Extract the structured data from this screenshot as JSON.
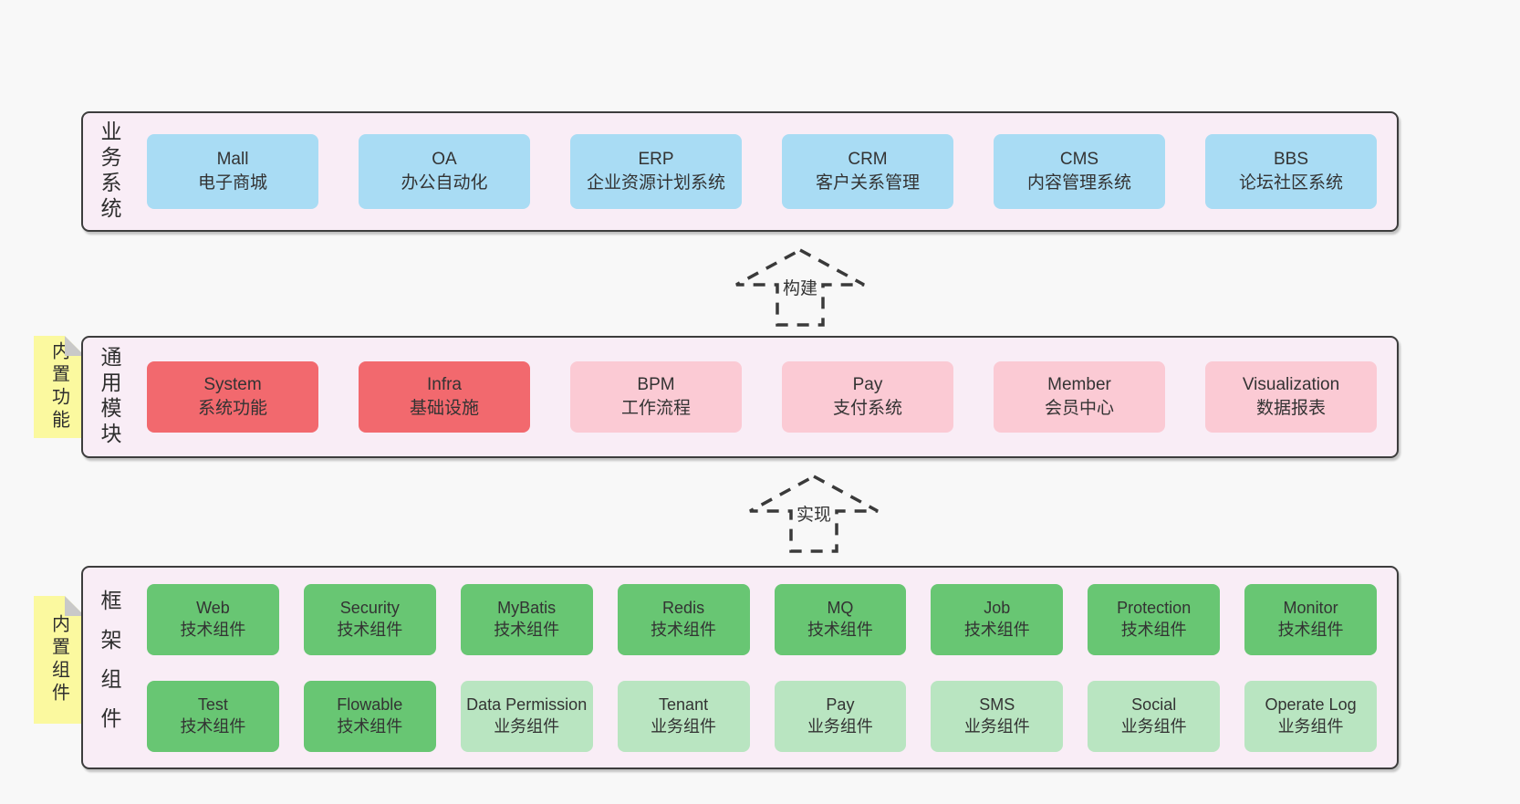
{
  "diagram": {
    "colors": {
      "page_bg": "#f8f8f8",
      "band_bg": "#f9edf6",
      "band_border": "#3d3d3d",
      "blue_box": "#a9dcf4",
      "red_box": "#f2696e",
      "pink_box": "#fbcad4",
      "green_box": "#68c673",
      "light_green_box": "#b9e5c1",
      "sticky_yellow": "#fbf99f",
      "sticky_fold_gray": "#c9c9c9",
      "text": "#333333",
      "arrow_stroke": "#3a3a3a"
    },
    "bands": [
      {
        "label": "业务系统",
        "boxes": [
          {
            "name": "Mall",
            "desc": "电子商城",
            "variant": "blue"
          },
          {
            "name": "OA",
            "desc": "办公自动化",
            "variant": "blue"
          },
          {
            "name": "ERP",
            "desc": "企业资源计划系统",
            "variant": "blue"
          },
          {
            "name": "CRM",
            "desc": "客户关系管理",
            "variant": "blue"
          },
          {
            "name": "CMS",
            "desc": "内容管理系统",
            "variant": "blue"
          },
          {
            "name": "BBS",
            "desc": "论坛社区系统",
            "variant": "blue"
          }
        ]
      },
      {
        "label": "通用模块",
        "sticky": "内置功能",
        "boxes": [
          {
            "name": "System",
            "desc": "系统功能",
            "variant": "red"
          },
          {
            "name": "Infra",
            "desc": "基础设施",
            "variant": "red"
          },
          {
            "name": "BPM",
            "desc": "工作流程",
            "variant": "pink"
          },
          {
            "name": "Pay",
            "desc": "支付系统",
            "variant": "pink"
          },
          {
            "name": "Member",
            "desc": "会员中心",
            "variant": "pink"
          },
          {
            "name": "Visualization",
            "desc": "数据报表",
            "variant": "pink"
          }
        ]
      },
      {
        "label": "框架组件",
        "sticky": "内置组件",
        "rows": [
          [
            {
              "name": "Web",
              "desc": "技术组件",
              "variant": "green"
            },
            {
              "name": "Security",
              "desc": "技术组件",
              "variant": "green"
            },
            {
              "name": "MyBatis",
              "desc": "技术组件",
              "variant": "green"
            },
            {
              "name": "Redis",
              "desc": "技术组件",
              "variant": "green"
            },
            {
              "name": "MQ",
              "desc": "技术组件",
              "variant": "green"
            },
            {
              "name": "Job",
              "desc": "技术组件",
              "variant": "green"
            },
            {
              "name": "Protection",
              "desc": "技术组件",
              "variant": "green"
            },
            {
              "name": "Monitor",
              "desc": "技术组件",
              "variant": "green"
            }
          ],
          [
            {
              "name": "Test",
              "desc": "技术组件",
              "variant": "green"
            },
            {
              "name": "Flowable",
              "desc": "技术组件",
              "variant": "green"
            },
            {
              "name": "Data Permission",
              "desc": "业务组件",
              "variant": "lightgreen"
            },
            {
              "name": "Tenant",
              "desc": "业务组件",
              "variant": "lightgreen"
            },
            {
              "name": "Pay",
              "desc": "业务组件",
              "variant": "lightgreen"
            },
            {
              "name": "SMS",
              "desc": "业务组件",
              "variant": "lightgreen"
            },
            {
              "name": "Social",
              "desc": "业务组件",
              "variant": "lightgreen"
            },
            {
              "name": "Operate Log",
              "desc": "业务组件",
              "variant": "lightgreen"
            }
          ]
        ]
      }
    ],
    "arrows": [
      {
        "label": "构建"
      },
      {
        "label": "实现"
      }
    ]
  }
}
